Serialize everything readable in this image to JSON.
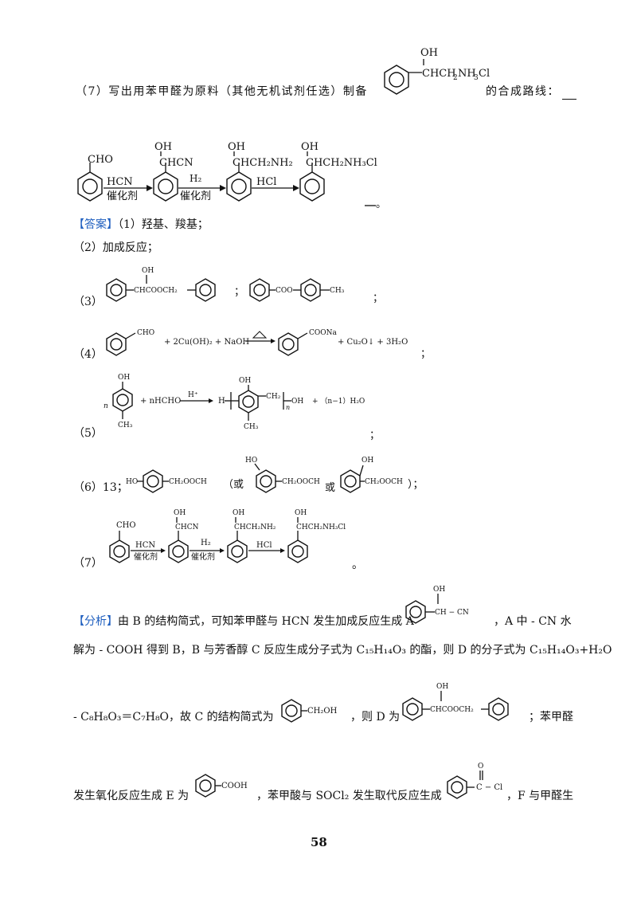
{
  "q7": {
    "prefix": "（7）写出用苯甲醛为原料（其他无机试剂任选）制备",
    "suffix": "的合成路线：",
    "target_oh": "OH",
    "target_chain": "CHCH",
    "target_sub2": "2",
    "target_nh3": "NH",
    "target_sub3": "3",
    "target_cl": "Cl",
    "route": {
      "s1_group": "CHO",
      "s2_oh": "OH",
      "s2_group": "CHCN",
      "s3_oh": "OH",
      "s3_group": "CHCH₂NH₂",
      "s4_oh": "OH",
      "s4_group": "CHCH₂NH₃Cl",
      "r1_top": "HCN",
      "r1_bottom": "催化剂",
      "r2_top": "H₂",
      "r2_bottom": "催化剂",
      "r3_top": "HCl",
      "end": "。"
    }
  },
  "answer": {
    "label": "【答案】",
    "a1": "（1）羟基、羧基；",
    "a2": "（2）加成反应；",
    "a3_num": "（3）",
    "a3_ester1": "CHCOOCH₂",
    "a3_oh": "OH",
    "a3_sep": "；",
    "a3_ester2": "COO",
    "a3_ch3": "CH₃",
    "a3_end": "；",
    "a4_num": "（4）",
    "a4_cho": "CHO",
    "a4_reagents": "+ 2Cu(OH)₂ + NaOH",
    "a4_product": "COONa",
    "a4_tail": "+ Cu₂O↓  + 3H₂O",
    "a4_end": "；",
    "a5_num": "（5）",
    "a5_n": "n",
    "a5_oh": "OH",
    "a5_ch3": "CH₃",
    "a5_hcho": "+ nHCHO",
    "a5_cat": "H⁺",
    "a5_h": "H",
    "a5_ch2": "CH₂",
    "a5_n2": "n",
    "a5_oh2": "OH",
    "a5_water": "+ （n−1）H₂O",
    "a5_end": "；",
    "a6_num": "（6）13；",
    "a6_s1_ho": "HO",
    "a6_s1_grp": "CH₂OOCH",
    "a6_or1": "（或",
    "a6_s2_ho": "HO",
    "a6_s2_grp": "CH₂OOCH",
    "a6_or2": "或",
    "a6_s3_oh": "OH",
    "a6_s3_grp": "CH₂OOCH",
    "a6_end": "）；",
    "a7_num": "（7）",
    "a7_end": "。"
  },
  "analysis": {
    "label": "【分析】",
    "l1a": "由 B 的结构简式，可知苯甲醛与 HCN 发生加成反应生成 A",
    "l1_oh": "OH",
    "l1_grp": "CH − CN",
    "l1b": "，A 中 - CN 水",
    "l2": "解为 - COOH 得到 B，B 与芳香醇 C 反应生成分子式为 C₁₅H₁₄O₃ 的酯，则 D 的分子式为 C₁₅H₁₄O₃+H₂O",
    "l3a": "- C₈H₈O₃＝C₇H₈O，故 C 的结构简式为",
    "l3_grp": "CH₂OH",
    "l3b": "，则 D 为",
    "l3_oh": "OH",
    "l3_grp2": "CHCOOCH₂",
    "l3c": "；苯甲醛",
    "l4a": "发生氧化反应生成 E 为",
    "l4_grp": "COOH",
    "l4b": "，苯甲酸与 SOCl₂ 发生取代反应生成",
    "l4_o": "O",
    "l4_grp2": "C − Cl",
    "l4c": "，F 与甲醛生"
  },
  "page_number": "58"
}
